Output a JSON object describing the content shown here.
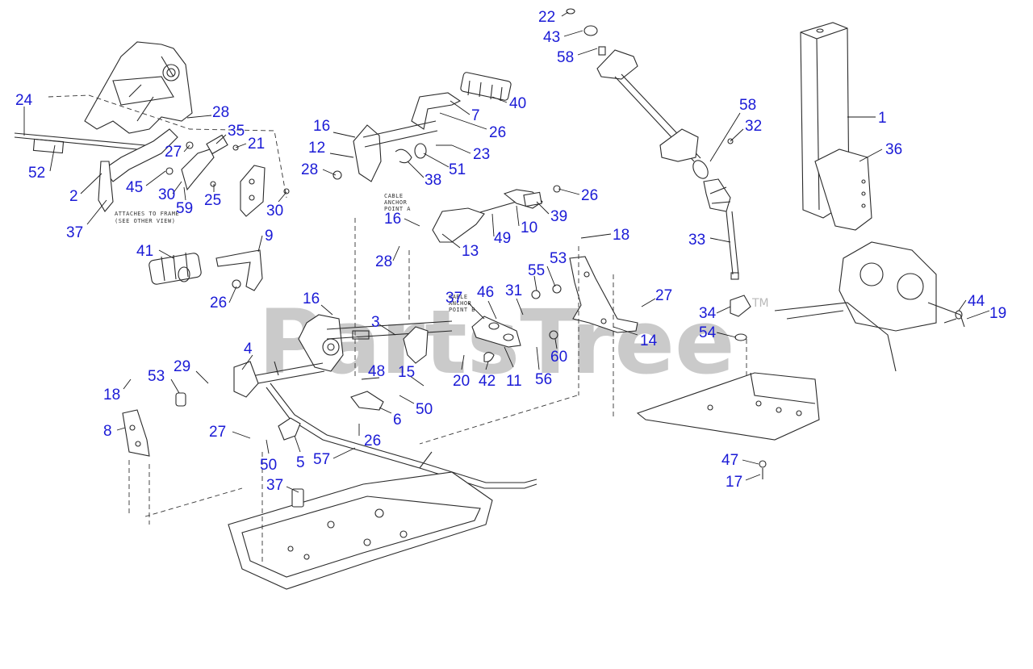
{
  "watermark": {
    "brand": "PartsTree",
    "trademark": "TM"
  },
  "notes": {
    "attaches_to_frame": [
      "ATTACHES TO FRAME",
      "(SEE OTHER VIEW)"
    ],
    "anchor_a": [
      "CABLE",
      "ANCHOR",
      "POINT A"
    ],
    "anchor_b": [
      "CABLE",
      "ANCHOR",
      "POINT B"
    ]
  },
  "callouts": [
    {
      "id": "c-22",
      "label": "22"
    },
    {
      "id": "c-43",
      "label": "43"
    },
    {
      "id": "c-58a",
      "label": "58"
    },
    {
      "id": "c-1",
      "label": "1"
    },
    {
      "id": "c-58b",
      "label": "58"
    },
    {
      "id": "c-32",
      "label": "32"
    },
    {
      "id": "c-36",
      "label": "36"
    },
    {
      "id": "c-24",
      "label": "24"
    },
    {
      "id": "c-28a",
      "label": "28"
    },
    {
      "id": "c-35",
      "label": "35"
    },
    {
      "id": "c-21",
      "label": "21"
    },
    {
      "id": "c-27a",
      "label": "27"
    },
    {
      "id": "c-52",
      "label": "52"
    },
    {
      "id": "c-2",
      "label": "2"
    },
    {
      "id": "c-45",
      "label": "45"
    },
    {
      "id": "c-30a",
      "label": "30"
    },
    {
      "id": "c-25",
      "label": "25"
    },
    {
      "id": "c-59",
      "label": "59"
    },
    {
      "id": "c-30b",
      "label": "30"
    },
    {
      "id": "c-37a",
      "label": "37"
    },
    {
      "id": "c-16a",
      "label": "16"
    },
    {
      "id": "c-12",
      "label": "12"
    },
    {
      "id": "c-28b",
      "label": "28"
    },
    {
      "id": "c-7",
      "label": "7"
    },
    {
      "id": "c-40",
      "label": "40"
    },
    {
      "id": "c-26a",
      "label": "26"
    },
    {
      "id": "c-23",
      "label": "23"
    },
    {
      "id": "c-51",
      "label": "51"
    },
    {
      "id": "c-38",
      "label": "38"
    },
    {
      "id": "c-26b",
      "label": "26"
    },
    {
      "id": "c-16b",
      "label": "16"
    },
    {
      "id": "c-10",
      "label": "10"
    },
    {
      "id": "c-39",
      "label": "39"
    },
    {
      "id": "c-49",
      "label": "49"
    },
    {
      "id": "c-13",
      "label": "13"
    },
    {
      "id": "c-28c",
      "label": "28"
    },
    {
      "id": "c-41",
      "label": "41"
    },
    {
      "id": "c-9",
      "label": "9"
    },
    {
      "id": "c-26c",
      "label": "26"
    },
    {
      "id": "c-16c",
      "label": "16"
    },
    {
      "id": "c-3",
      "label": "3"
    },
    {
      "id": "c-18a",
      "label": "18"
    },
    {
      "id": "c-55",
      "label": "55"
    },
    {
      "id": "c-53a",
      "label": "53"
    },
    {
      "id": "c-37b",
      "label": "37"
    },
    {
      "id": "c-46",
      "label": "46"
    },
    {
      "id": "c-31",
      "label": "31"
    },
    {
      "id": "c-27b",
      "label": "27"
    },
    {
      "id": "c-14",
      "label": "14"
    },
    {
      "id": "c-60",
      "label": "60"
    },
    {
      "id": "c-56",
      "label": "56"
    },
    {
      "id": "c-11",
      "label": "11"
    },
    {
      "id": "c-42",
      "label": "42"
    },
    {
      "id": "c-20",
      "label": "20"
    },
    {
      "id": "c-15",
      "label": "15"
    },
    {
      "id": "c-48",
      "label": "48"
    },
    {
      "id": "c-50a",
      "label": "50"
    },
    {
      "id": "c-6",
      "label": "6"
    },
    {
      "id": "c-26d",
      "label": "26"
    },
    {
      "id": "c-4",
      "label": "4"
    },
    {
      "id": "c-29",
      "label": "29"
    },
    {
      "id": "c-53b",
      "label": "53"
    },
    {
      "id": "c-18b",
      "label": "18"
    },
    {
      "id": "c-8",
      "label": "8"
    },
    {
      "id": "c-27c",
      "label": "27"
    },
    {
      "id": "c-50b",
      "label": "50"
    },
    {
      "id": "c-5",
      "label": "5"
    },
    {
      "id": "c-57",
      "label": "57"
    },
    {
      "id": "c-37c",
      "label": "37"
    },
    {
      "id": "c-33",
      "label": "33"
    },
    {
      "id": "c-34",
      "label": "34"
    },
    {
      "id": "c-54",
      "label": "54"
    },
    {
      "id": "c-44",
      "label": "44"
    },
    {
      "id": "c-19",
      "label": "19"
    },
    {
      "id": "c-47",
      "label": "47"
    },
    {
      "id": "c-17",
      "label": "17"
    }
  ]
}
